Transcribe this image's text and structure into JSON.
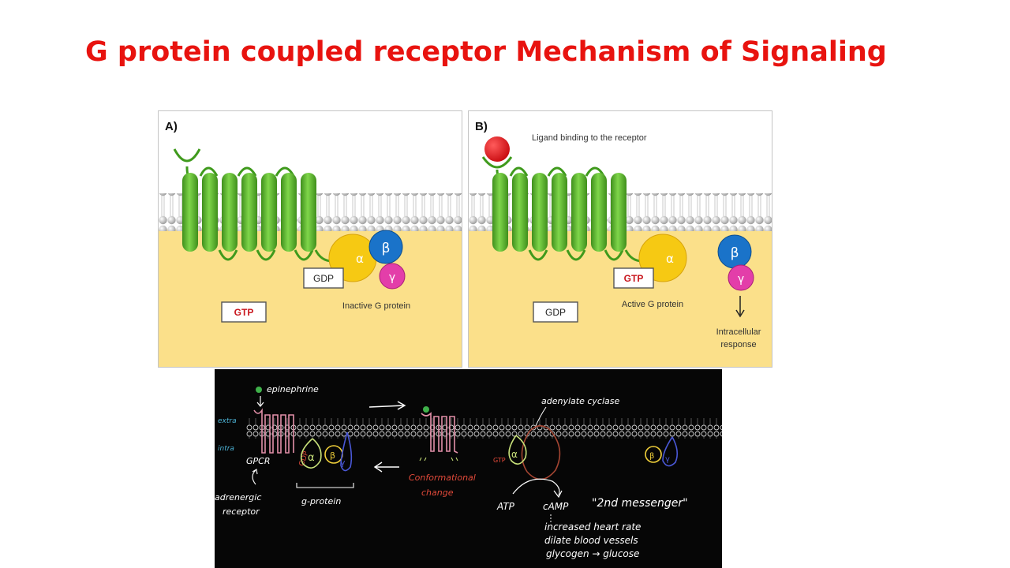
{
  "title": "G protein coupled receptor Mechanism of Signaling",
  "panel_a": {
    "label": "A)",
    "gdp": "GDP",
    "gtp": "GTP",
    "alpha": "α",
    "beta": "β",
    "gamma": "γ",
    "caption": "Inactive G protein"
  },
  "panel_b": {
    "label": "B)",
    "ligand_caption": "Ligand binding to the receptor",
    "gtp": "GTP",
    "gdp": "GDP",
    "alpha": "α",
    "beta": "β",
    "gamma": "γ",
    "caption": "Active G protein",
    "response_line1": "Intracellular",
    "response_line2": "response"
  },
  "sketch": {
    "epinephrine": "epinephrine",
    "extra": "extra",
    "intra": "intra",
    "gpcr": "GPCR",
    "gdp": "GDP",
    "alpha": "α",
    "beta": "β",
    "gamma": "γ",
    "adrenergic_line1": "adrenergic",
    "adrenergic_line2": "receptor",
    "gprotein": "g-protein",
    "conformational_line1": "Conformational",
    "conformational_line2": "change",
    "adenylate": "adenylate cyclase",
    "gtp": "GTP",
    "atp": "ATP",
    "camp": "cAMP",
    "messenger": "\"2nd messenger\"",
    "effect1": "increased heart rate",
    "effect2": "dilate blood vessels",
    "effect3": "glycogen → glucose"
  },
  "colors": {
    "title": "#e8130f",
    "receptor": "#59b82c",
    "cytoplasm": "#fbe08a",
    "alpha": "#f6c913",
    "beta": "#1a73c9",
    "gamma": "#e33ea9",
    "ligand": "#e5141a"
  }
}
